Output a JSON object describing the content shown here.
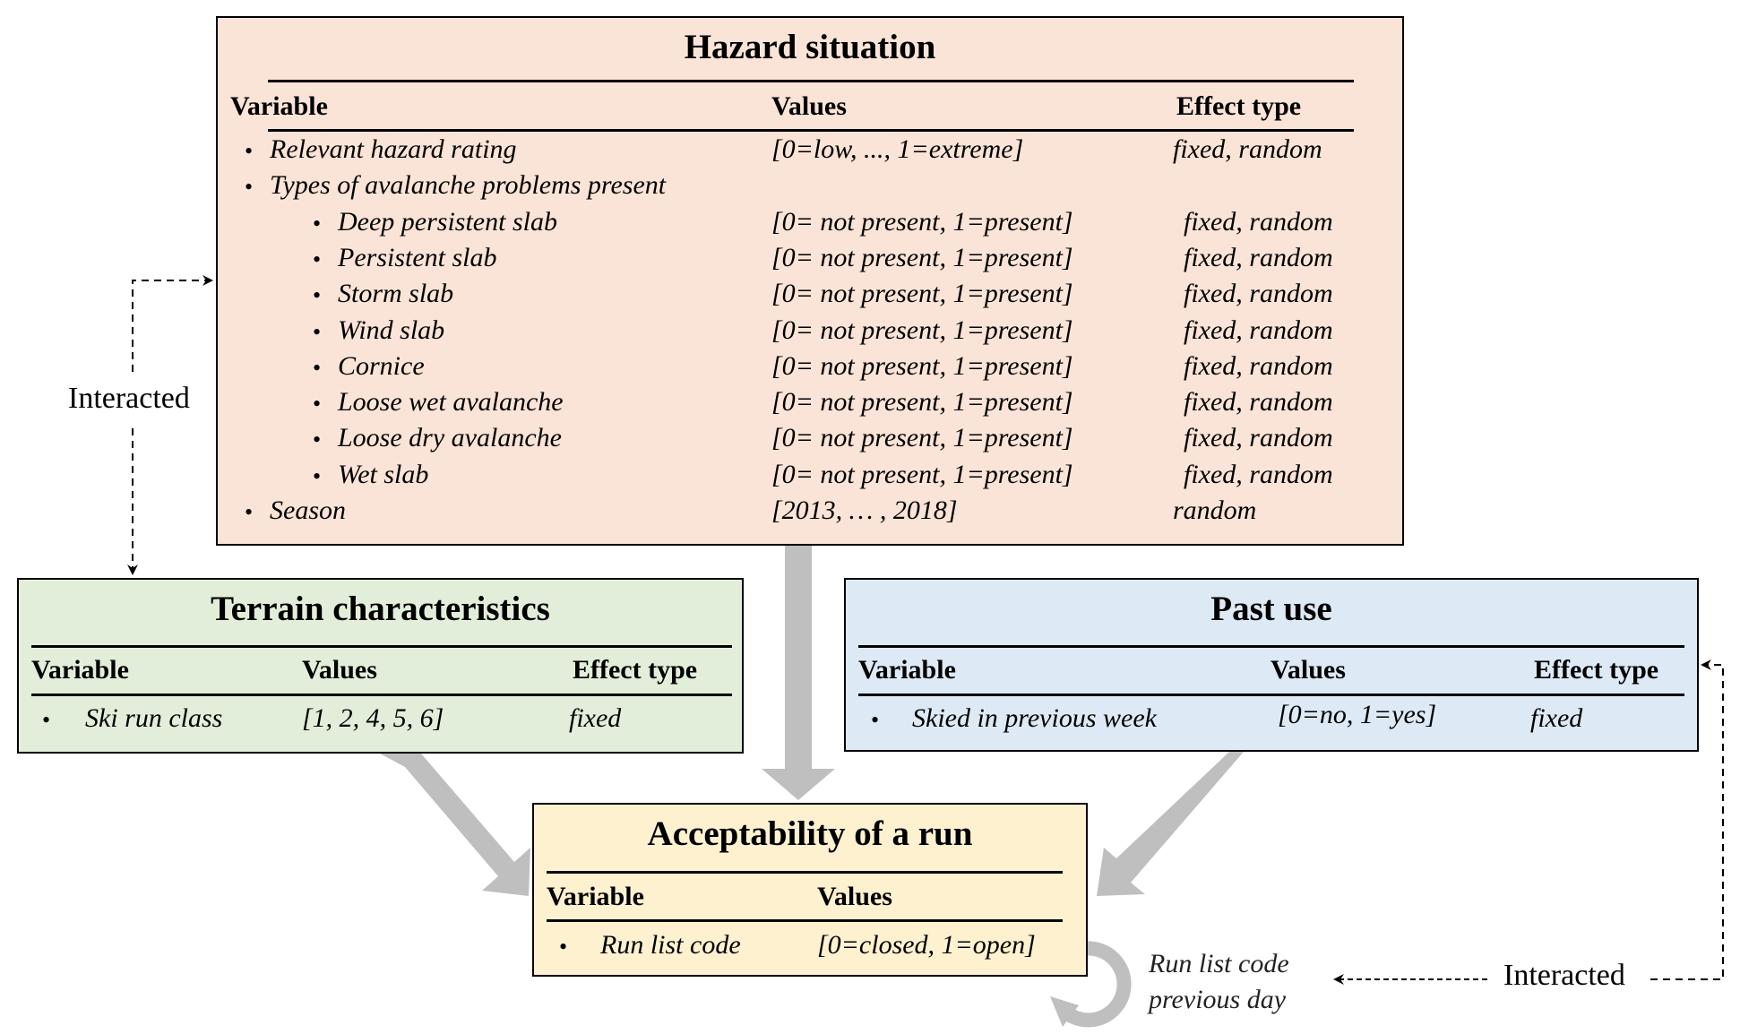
{
  "colors": {
    "hazard_bg": "#fae4d7",
    "terrain_bg": "#e2eed9",
    "pastuse_bg": "#dde9f5",
    "accept_bg": "#fef1cf",
    "arrow_gray": "#bfbfbf"
  },
  "hazard": {
    "title": "Hazard situation",
    "headers": {
      "variable": "Variable",
      "values": "Values",
      "effect": "Effect type"
    },
    "rows": [
      {
        "level": 1,
        "variable": "Relevant hazard rating",
        "values": "[0=low, ..., 1=extreme]",
        "effect": "fixed, random"
      },
      {
        "level": 1,
        "variable": "Types of avalanche problems present",
        "values": "",
        "effect": ""
      },
      {
        "level": 2,
        "variable": "Deep persistent slab",
        "values": "[0= not present, 1=present]",
        "effect": "fixed, random"
      },
      {
        "level": 2,
        "variable": "Persistent slab",
        "values": "[0= not present, 1=present]",
        "effect": "fixed, random"
      },
      {
        "level": 2,
        "variable": "Storm slab",
        "values": "[0= not present, 1=present]",
        "effect": "fixed, random"
      },
      {
        "level": 2,
        "variable": "Wind slab",
        "values": "[0= not present, 1=present]",
        "effect": "fixed, random"
      },
      {
        "level": 2,
        "variable": "Cornice",
        "values": "[0= not present, 1=present]",
        "effect": "fixed, random"
      },
      {
        "level": 2,
        "variable": "Loose wet avalanche",
        "values": "[0= not present, 1=present]",
        "effect": "fixed, random"
      },
      {
        "level": 2,
        "variable": "Loose dry  avalanche",
        "values": "[0= not present, 1=present]",
        "effect": "fixed, random"
      },
      {
        "level": 2,
        "variable": "Wet slab",
        "values": "[0= not present, 1=present]",
        "effect": "fixed, random"
      },
      {
        "level": 1,
        "variable": "Season",
        "values": "[2013, … , 2018]",
        "effect": "random"
      }
    ]
  },
  "terrain": {
    "title": "Terrain characteristics",
    "headers": {
      "variable": "Variable",
      "values": "Values",
      "effect": "Effect type"
    },
    "rows": [
      {
        "variable": "Ski run class",
        "values": "[1, 2, 4, 5, 6]",
        "effect": "fixed"
      }
    ]
  },
  "pastuse": {
    "title": "Past use",
    "headers": {
      "variable": "Variable",
      "values": "Values",
      "effect": "Effect type"
    },
    "rows": [
      {
        "variable": "Skied in previous week",
        "values": "[0=no, 1=yes]",
        "effect": "fixed"
      }
    ]
  },
  "accept": {
    "title": "Acceptability of a run",
    "headers": {
      "variable": "Variable",
      "values": "Values"
    },
    "rows": [
      {
        "variable": "Run list code",
        "values": "[0=closed, 1=open]"
      }
    ]
  },
  "bullet": "•",
  "connectors": {
    "left_label": "Interacted",
    "right_label": "Interacted",
    "loop_label_line1": "Run list code",
    "loop_label_line2": "previous day"
  }
}
